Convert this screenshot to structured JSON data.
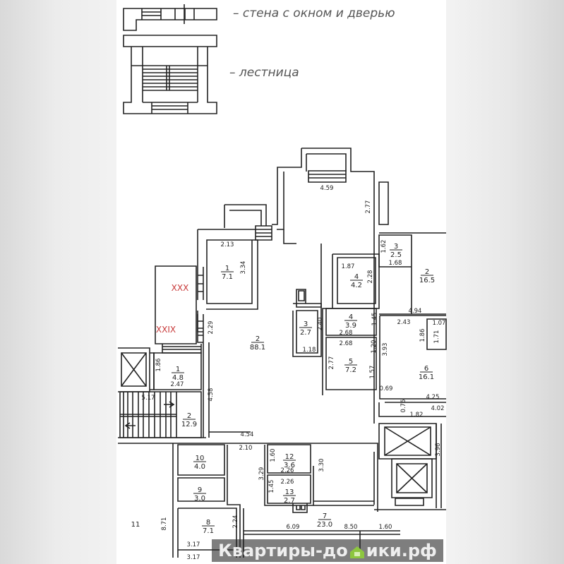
{
  "legend": {
    "wall_window_door": "– стена с окном и дверью",
    "stairs": "– лестница"
  },
  "markers": [
    "XXX",
    "XXIX"
  ],
  "rooms": [
    {
      "num": "1",
      "area": "7.1"
    },
    {
      "num": "2",
      "area": "88.1"
    },
    {
      "num": "3",
      "area": "2.7"
    },
    {
      "num": "4",
      "area": "4.2"
    },
    {
      "num": "4",
      "area": "3.9"
    },
    {
      "num": "5",
      "area": "7.2"
    },
    {
      "num": "3",
      "area": "2.5"
    },
    {
      "num": "2",
      "area": "16.5"
    },
    {
      "num": "6",
      "area": "16.1"
    },
    {
      "num": "1",
      "area": "4.8"
    },
    {
      "num": "2",
      "area": "12.9"
    },
    {
      "num": "10",
      "area": "4.0"
    },
    {
      "num": "9",
      "area": "3.0"
    },
    {
      "num": "8",
      "area": "7.1"
    },
    {
      "num": "12",
      "area": "3.6"
    },
    {
      "num": "13",
      "area": "2.7"
    },
    {
      "num": "7",
      "area": "23.0"
    }
  ],
  "room_11": "11",
  "dimensions": [
    "4.59",
    "2.77",
    "2.13",
    "3.34",
    "2.29",
    "1.87",
    "2.28",
    "1.62",
    "1.68",
    "4.94",
    "2.43",
    "1.45",
    "2.40",
    "1.18",
    "2.68",
    "2.68",
    "1.20",
    "3.93",
    "2.77",
    "1.57",
    "0.69",
    "4.25",
    "4.02",
    "0.76",
    "1.82",
    "1.86",
    "1.71",
    "1.07",
    "3.96",
    "1.86",
    "2.47",
    "5.17",
    "4.58",
    "4.54",
    "2.10",
    "1.60",
    "2.26",
    "3.29",
    "3.30",
    "2.26",
    "1.45",
    "8.71",
    "2.24",
    "6.09",
    "8.50",
    "3.17",
    "3.17",
    "1.60"
  ],
  "watermark": {
    "left": "Квартиры-до",
    "right": "ики.рф",
    "house_color": "#8dc63f"
  }
}
